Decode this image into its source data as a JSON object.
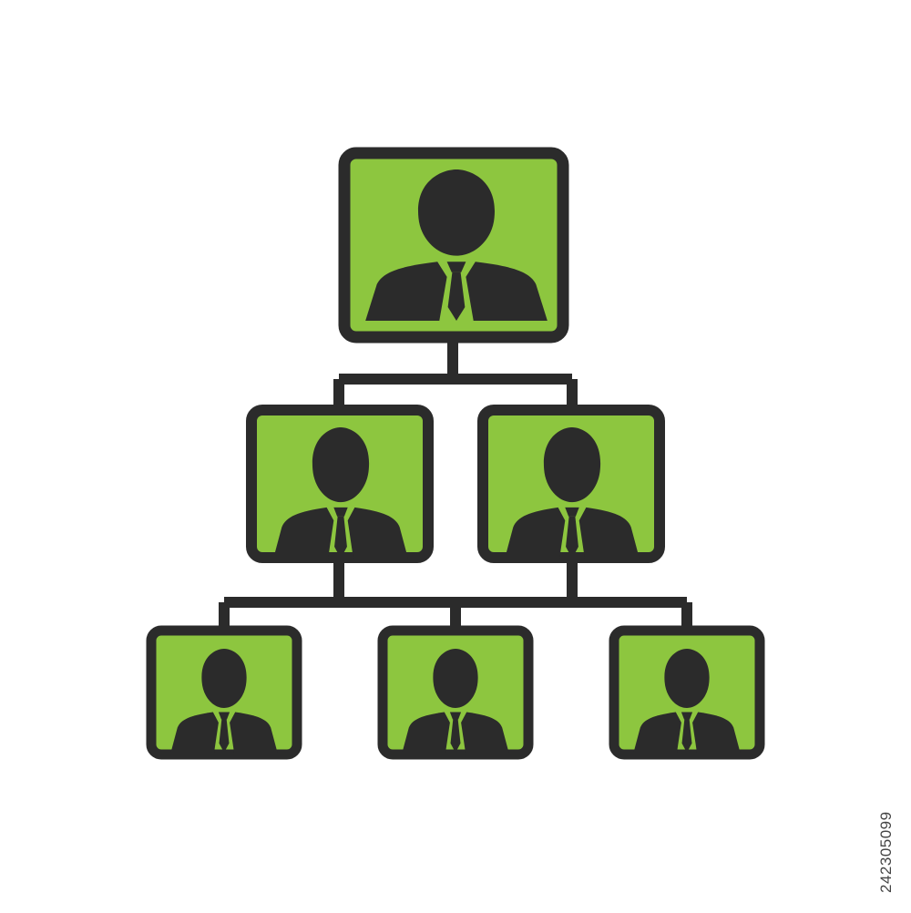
{
  "diagram": {
    "type": "org-chart",
    "levels": [
      [
        "top-manager"
      ],
      [
        "manager-left",
        "manager-right"
      ],
      [
        "employee-left",
        "employee-center",
        "employee-right"
      ]
    ],
    "colors": {
      "card_fill": "#8dc63f",
      "outline": "#2b2b2b",
      "person": "#2b2b2b",
      "background": "#ffffff",
      "id_text": "#444444"
    },
    "icon": "person-in-suit-icon"
  },
  "stock_id": "242305099"
}
